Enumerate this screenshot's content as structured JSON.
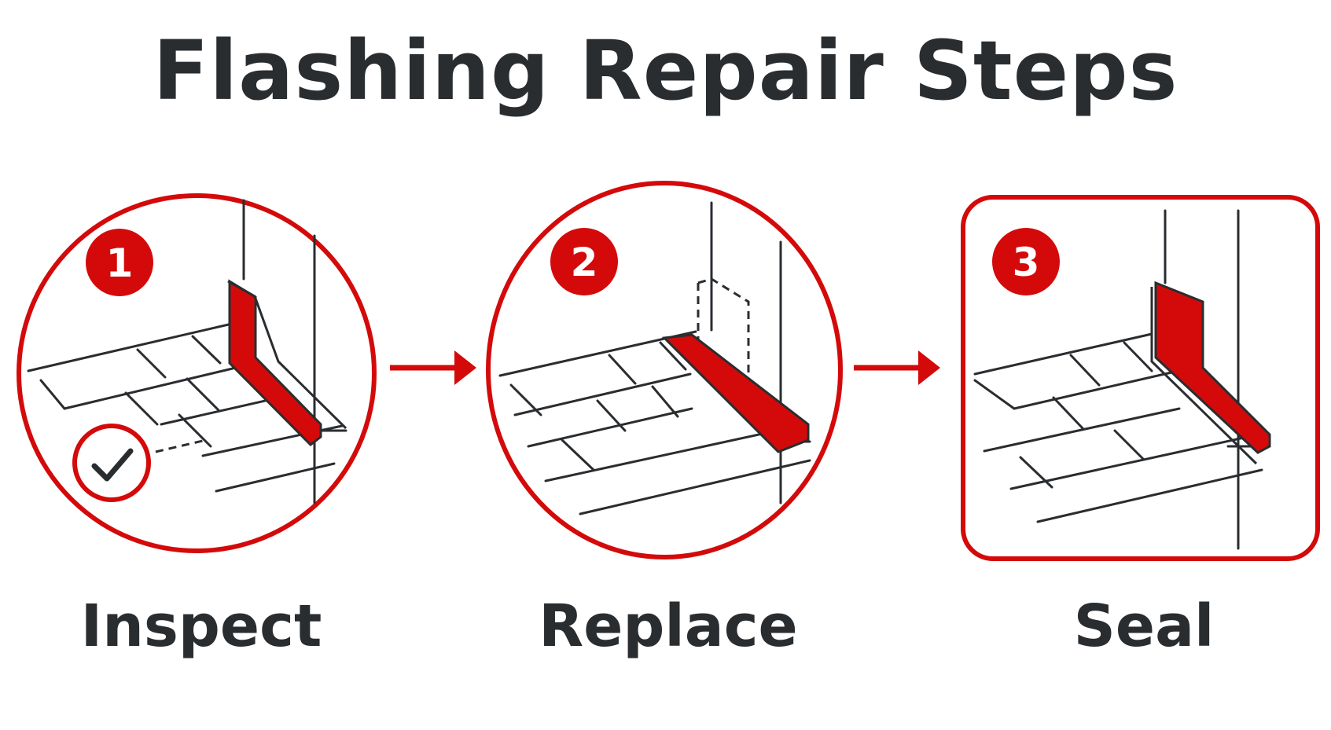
{
  "title": "Flashing Repair Steps",
  "colors": {
    "accent": "#d40a0a",
    "ink": "#2a2d30",
    "background": "#ffffff"
  },
  "steps": [
    {
      "number": "1",
      "label": "Inspect",
      "frame": "circle",
      "icons": [
        "checkmark-icon"
      ]
    },
    {
      "number": "2",
      "label": "Replace",
      "frame": "circle"
    },
    {
      "number": "3",
      "label": "Seal",
      "frame": "rounded-square"
    }
  ],
  "connectors": [
    "arrow-right-icon",
    "arrow-right-icon"
  ]
}
